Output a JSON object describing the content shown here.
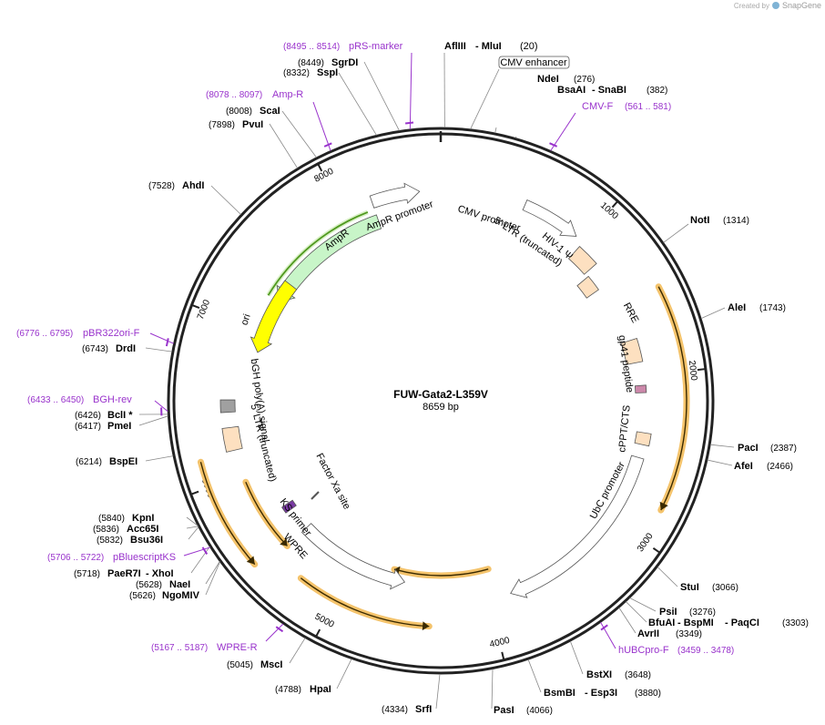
{
  "credit": {
    "prefix": "Created by",
    "brand": "SnapGene"
  },
  "plasmid": {
    "name": "FUW-Gata2-L359V",
    "length_label": "8659 bp"
  },
  "colors": {
    "backbone": "#222222",
    "site_label": "#000000",
    "primer": "#9933cc",
    "cds": "#f4c36b",
    "ampr": "#c8f5c8",
    "ori": "#ffff00",
    "rre": "#fde0c0",
    "bgh": "#a0a0a0",
    "wpre": "#ffffff",
    "arrow_line": "#3a2a00",
    "ampr_line": "#2f7a00"
  },
  "tick_labels": [
    "1000",
    "2000",
    "3000",
    "4000",
    "5000",
    "6000",
    "7000",
    "8000"
  ],
  "sites": [
    {
      "name": "AflIII",
      "extra": " - MluI",
      "pos": "(20)"
    },
    {
      "name": "NdeI",
      "pos": "(276)"
    },
    {
      "name": "BsaAI",
      "extra": " - SnaBI",
      "pos": "(382)"
    },
    {
      "name": "NotI",
      "pos": "(1314)"
    },
    {
      "name": "AleI",
      "pos": "(1743)"
    },
    {
      "name": "PacI",
      "pos": "(2387)"
    },
    {
      "name": "AfeI",
      "pos": "(2466)"
    },
    {
      "name": "StuI",
      "pos": "(3066)"
    },
    {
      "name": "PsiI",
      "pos": "(3276)"
    },
    {
      "name": "BfuAI",
      "extra": " - BspMI",
      "extra2": " - PaqCI",
      "pos": "(3303)"
    },
    {
      "name": "AvrII",
      "pos": "(3349)"
    },
    {
      "name": "BstXI",
      "pos": "(3648)"
    },
    {
      "name": "BsmBI",
      "extra": " - Esp3I",
      "pos": "(3880)"
    },
    {
      "name": "PasI",
      "pos": "(4066)"
    },
    {
      "name": "SrfI",
      "pos": "(4334)"
    },
    {
      "name": "HpaI",
      "pos": "(4788)"
    },
    {
      "name": "MscI",
      "pos": "(5045)"
    },
    {
      "name": "NgoMIV",
      "pos": "(5626)"
    },
    {
      "name": "NaeI",
      "pos": "(5628)"
    },
    {
      "name": "PaeR7I",
      "extra": " - XhoI",
      "pos": "(5718)"
    },
    {
      "name": "Bsu36I",
      "pos": "(5832)"
    },
    {
      "name": "Acc65I",
      "pos": "(5836)"
    },
    {
      "name": "KpnI",
      "pos": "(5840)"
    },
    {
      "name": "BspEI",
      "pos": "(6214)"
    },
    {
      "name": "PmeI",
      "pos": "(6417)"
    },
    {
      "name": "BclI *",
      "pos": "(6426)"
    },
    {
      "name": "DrdI",
      "pos": "(6743)"
    },
    {
      "name": "AhdI",
      "pos": "(7528)"
    },
    {
      "name": "PvuI",
      "pos": "(7898)"
    },
    {
      "name": "ScaI",
      "pos": "(8008)"
    },
    {
      "name": "SspI",
      "pos": "(8332)"
    },
    {
      "name": "SgrDI",
      "pos": "(8449)"
    }
  ],
  "primers": [
    {
      "name": "pRS-marker",
      "pos": "(8495 .. 8514)"
    },
    {
      "name": "Amp-R",
      "pos": "(8078 .. 8097)"
    },
    {
      "name": "CMV-F",
      "pos": "(561 .. 581)"
    },
    {
      "name": "pBR322ori-F",
      "pos": "(6776 .. 6795)"
    },
    {
      "name": "BGH-rev",
      "pos": "(6433 .. 6450)"
    },
    {
      "name": "pBluescriptKS",
      "pos": "(5706 .. 5722)"
    },
    {
      "name": "WPRE-R",
      "pos": "(5167 .. 5187)"
    },
    {
      "name": "hUBCpro-F",
      "pos": "(3459 .. 3478)"
    }
  ],
  "features": {
    "cmv_enhancer": "CMV enhancer",
    "cmv_promoter": "CMV promoter",
    "ltr5": "5′ LTR (truncated)",
    "hiv_psi": "HIV-1 Ψ",
    "rre": "RRE",
    "gp41": "gp41 peptide",
    "cppt": "cPPT/CTS",
    "ubc": "UbC promoter",
    "ampr_promoter": "AmpR promoter",
    "ampr": "AmpR",
    "ori": "ori",
    "bgh": "bGH poly(A) signal",
    "ltr5b": "5′ LTR (truncated)",
    "factor_xa": "Factor Xa site",
    "ks_primer": "KS primer",
    "wpre": "WPRE"
  }
}
